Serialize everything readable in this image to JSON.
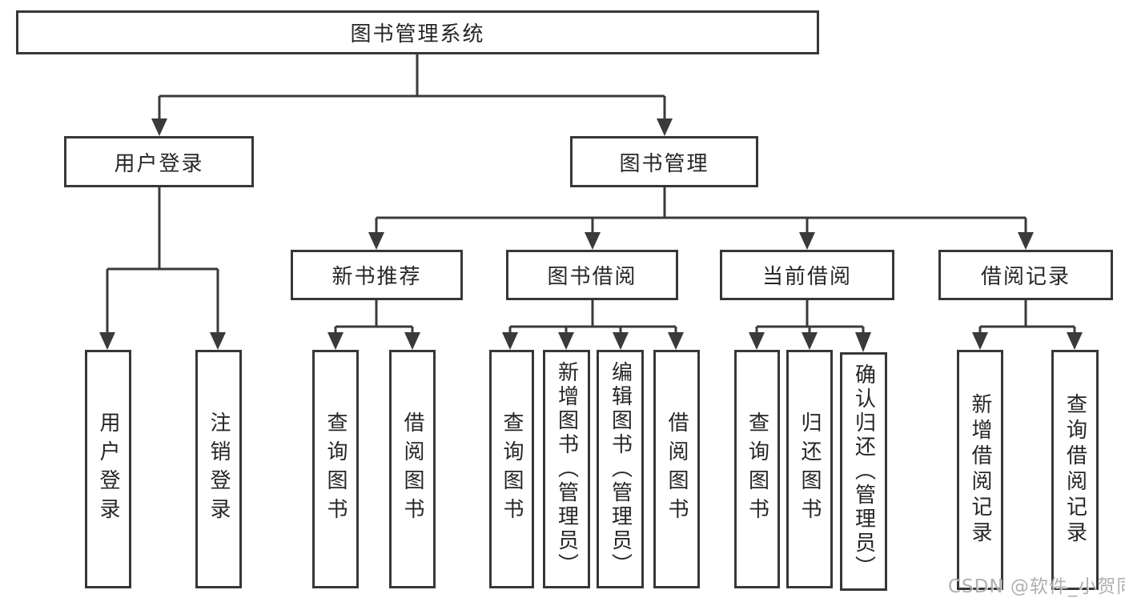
{
  "diagram": {
    "root": {
      "label": "图书管理系统"
    },
    "level1": [
      {
        "id": "user-login",
        "label": "用户登录"
      },
      {
        "id": "book-mgmt",
        "label": "图书管理"
      }
    ],
    "level2": [
      {
        "id": "new-book-rec",
        "label": "新书推荐"
      },
      {
        "id": "book-borrow",
        "label": "图书借阅"
      },
      {
        "id": "current-borrow",
        "label": "当前借阅"
      },
      {
        "id": "borrow-record",
        "label": "借阅记录"
      }
    ],
    "leaves": [
      {
        "id": "user-login-leaf",
        "label": "用户登录",
        "parent": "user-login"
      },
      {
        "id": "logout",
        "label": "注销登录",
        "parent": "user-login"
      },
      {
        "id": "query-books-rec",
        "label": "查询图书",
        "parent": "new-book-rec"
      },
      {
        "id": "borrow-books-rec",
        "label": "借阅图书",
        "parent": "new-book-rec"
      },
      {
        "id": "query-books-borrow",
        "label": "查询图书",
        "parent": "book-borrow"
      },
      {
        "id": "add-book-admin",
        "label": "新增图书（管理员）",
        "parent": "book-borrow"
      },
      {
        "id": "edit-book-admin",
        "label": "编辑图书（管理员）",
        "parent": "book-borrow"
      },
      {
        "id": "borrow-books-borrow",
        "label": "借阅图书",
        "parent": "book-borrow"
      },
      {
        "id": "query-books-current",
        "label": "查询图书",
        "parent": "current-borrow"
      },
      {
        "id": "return-book",
        "label": "归还图书",
        "parent": "current-borrow"
      },
      {
        "id": "confirm-return-admin",
        "label": "确认归还（管理员）",
        "parent": "current-borrow"
      },
      {
        "id": "add-borrow-record",
        "label": "新增借阅记录",
        "parent": "borrow-record"
      },
      {
        "id": "query-borrow-record",
        "label": "查询借阅记录",
        "parent": "borrow-record"
      }
    ],
    "colors": {
      "line": "#3a3a3a",
      "border": "#373737",
      "text": "#262626",
      "watermark": "#a6a6a6"
    },
    "watermark": "CSDN @软件_小贺同学"
  }
}
